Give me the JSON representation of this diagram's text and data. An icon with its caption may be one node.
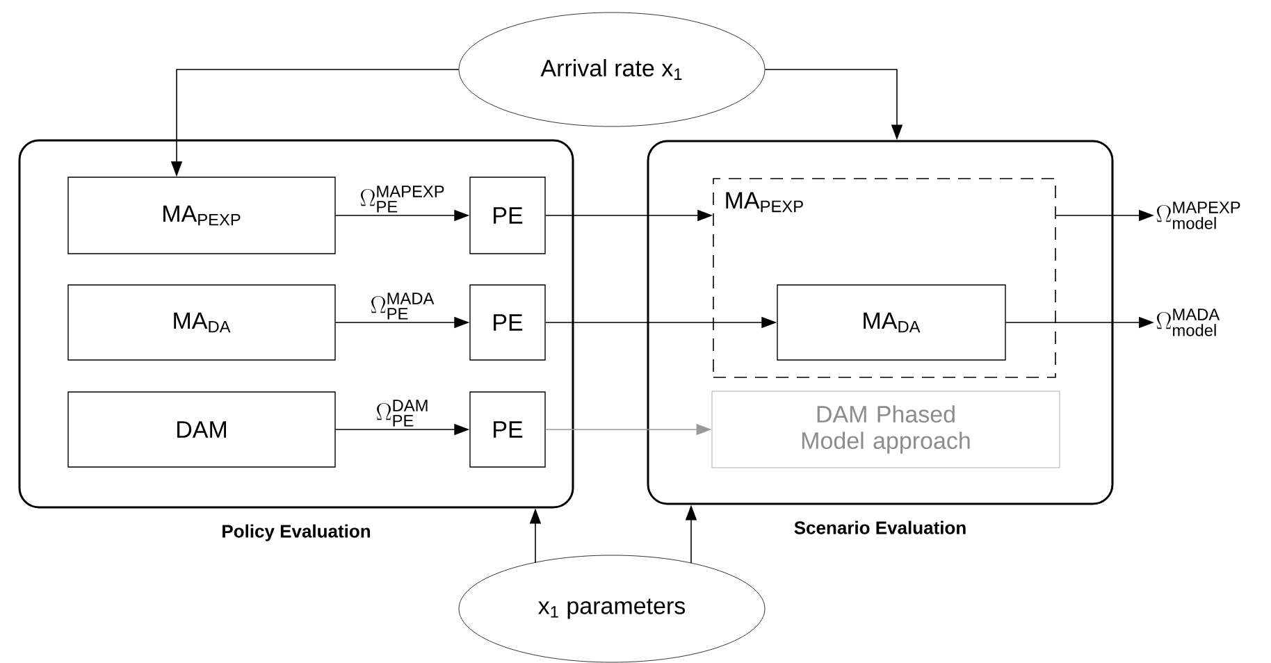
{
  "diagram": {
    "nodes": [
      {
        "text": [
          "Arrival rate x$_{1}$"
        ]
      },
      {
        "text": [
          "Policy Evaluation"
        ]
      },
      {
        "text": [
          "MA$_{PEXP}$"
        ],
        "in": 1
      },
      {
        "text": [
          "PE"
        ],
        "in": 1
      },
      {
        "text": [
          "MA$_{DA}$"
        ],
        "in": 1
      },
      {
        "text": [
          "PE"
        ],
        "in": 1
      },
      {
        "text": [
          "DAM"
        ],
        "in": 1
      },
      {
        "text": [
          "PE"
        ],
        "in": 1
      },
      {
        "text": [
          "Scenario Evaluation"
        ]
      },
      {
        "text": [
          "MA$_{PEXP}$"
        ],
        "in": 8
      },
      {
        "text": [
          "MA$_{DA}$"
        ],
        "in": 9
      },
      {
        "text": [
          "DAM Phased Model approach"
        ],
        "in": 8
      },
      {
        "text": [
          "\\Omega_{\\text{model}}^{\\text{MAPEXP}}"
        ]
      },
      {
        "text": [
          "\\Omega_{\\text{model}}^{\\text{MADA}}"
        ]
      },
      {
        "text": [
          "x$_{1}$ parameters"
        ]
      }
    ],
    "edges": [
      {
        "from": 0,
        "to": 2,
        "arrow": "to"
      },
      {
        "from": 0,
        "to": 8,
        "arrow": "to"
      },
      {
        "from": 2,
        "to": 3,
        "arrow": "to",
        "label": "\\Omega_{\\text{PE}}^{\\text{MAPEXP}}"
      },
      {
        "from": 4,
        "to": 5,
        "arrow": "to",
        "label": "\\Omega_{\\text{PE}}^{\\text{MADA}}"
      },
      {
        "from": 6,
        "to": 7,
        "arrow": "to",
        "label": "\\Omega_{\\text{PE}}^{\\text{DAM}}"
      },
      {
        "from": 3,
        "to": 9,
        "arrow": "to"
      },
      {
        "from": 5,
        "to": 10,
        "arrow": "to"
      },
      {
        "from": 7,
        "to": 11,
        "arrow": "to",
        "color": "#999999"
      },
      {
        "from": 9,
        "to": 12,
        "arrow": "to"
      },
      {
        "from": 10,
        "to": 13,
        "arrow": "to"
      },
      {
        "from": 14,
        "to": 1,
        "arrow": "to"
      },
      {
        "from": 14,
        "to": 8,
        "arrow": "to"
      }
    ]
  }
}
